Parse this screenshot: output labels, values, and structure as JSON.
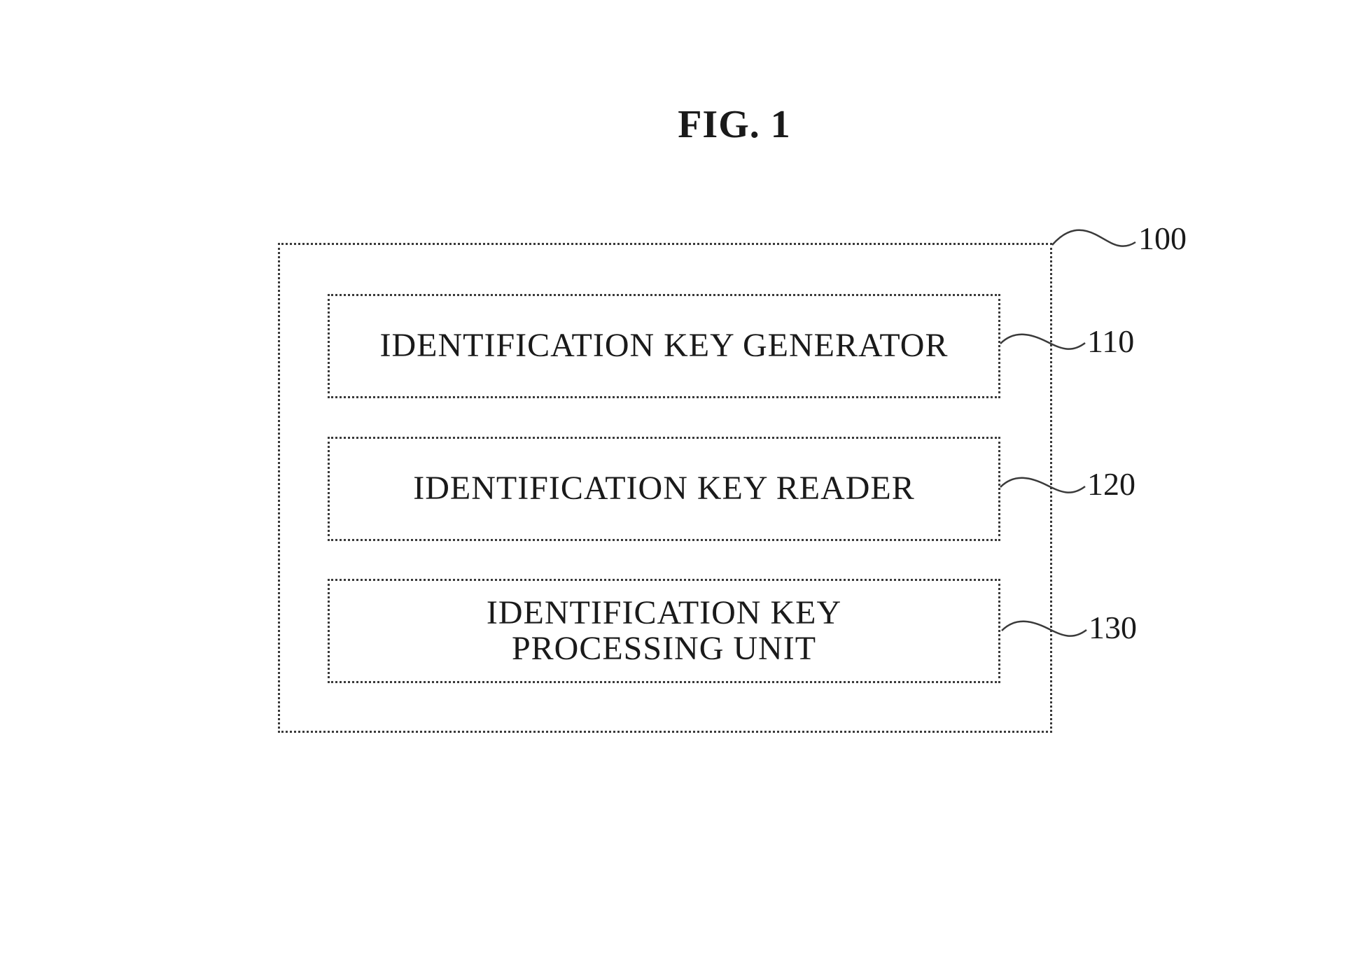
{
  "figure": {
    "title": "FIG. 1"
  },
  "system": {
    "ref": "100"
  },
  "blocks": [
    {
      "label": "IDENTIFICATION KEY GENERATOR",
      "ref": "110"
    },
    {
      "label": "IDENTIFICATION KEY READER",
      "ref": "120"
    },
    {
      "label": "IDENTIFICATION KEY\nPROCESSING UNIT",
      "ref": "130"
    }
  ]
}
